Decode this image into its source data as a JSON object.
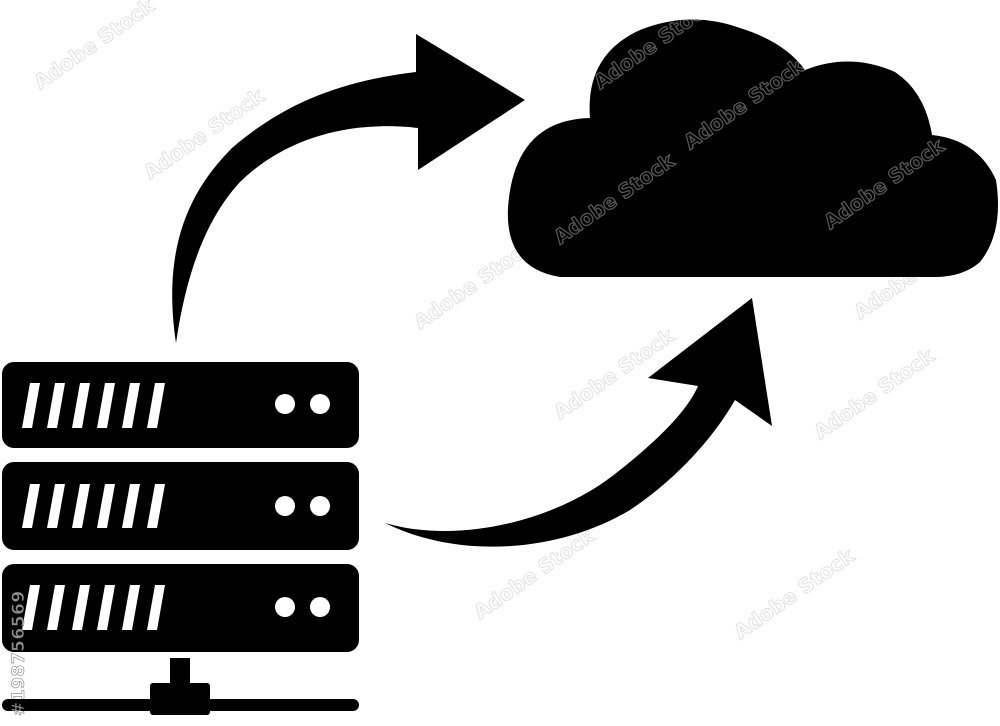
{
  "icon": {
    "name": "server-cloud-sync-icon",
    "fill": "#000000",
    "background": "#ffffff"
  },
  "server": {
    "units": 3,
    "vent_slots_per_unit": 6,
    "leds_per_unit": 2,
    "led_color": "#ffffff"
  },
  "watermark": {
    "brand": "Adobe Stock",
    "stock_id": "#198756569"
  }
}
